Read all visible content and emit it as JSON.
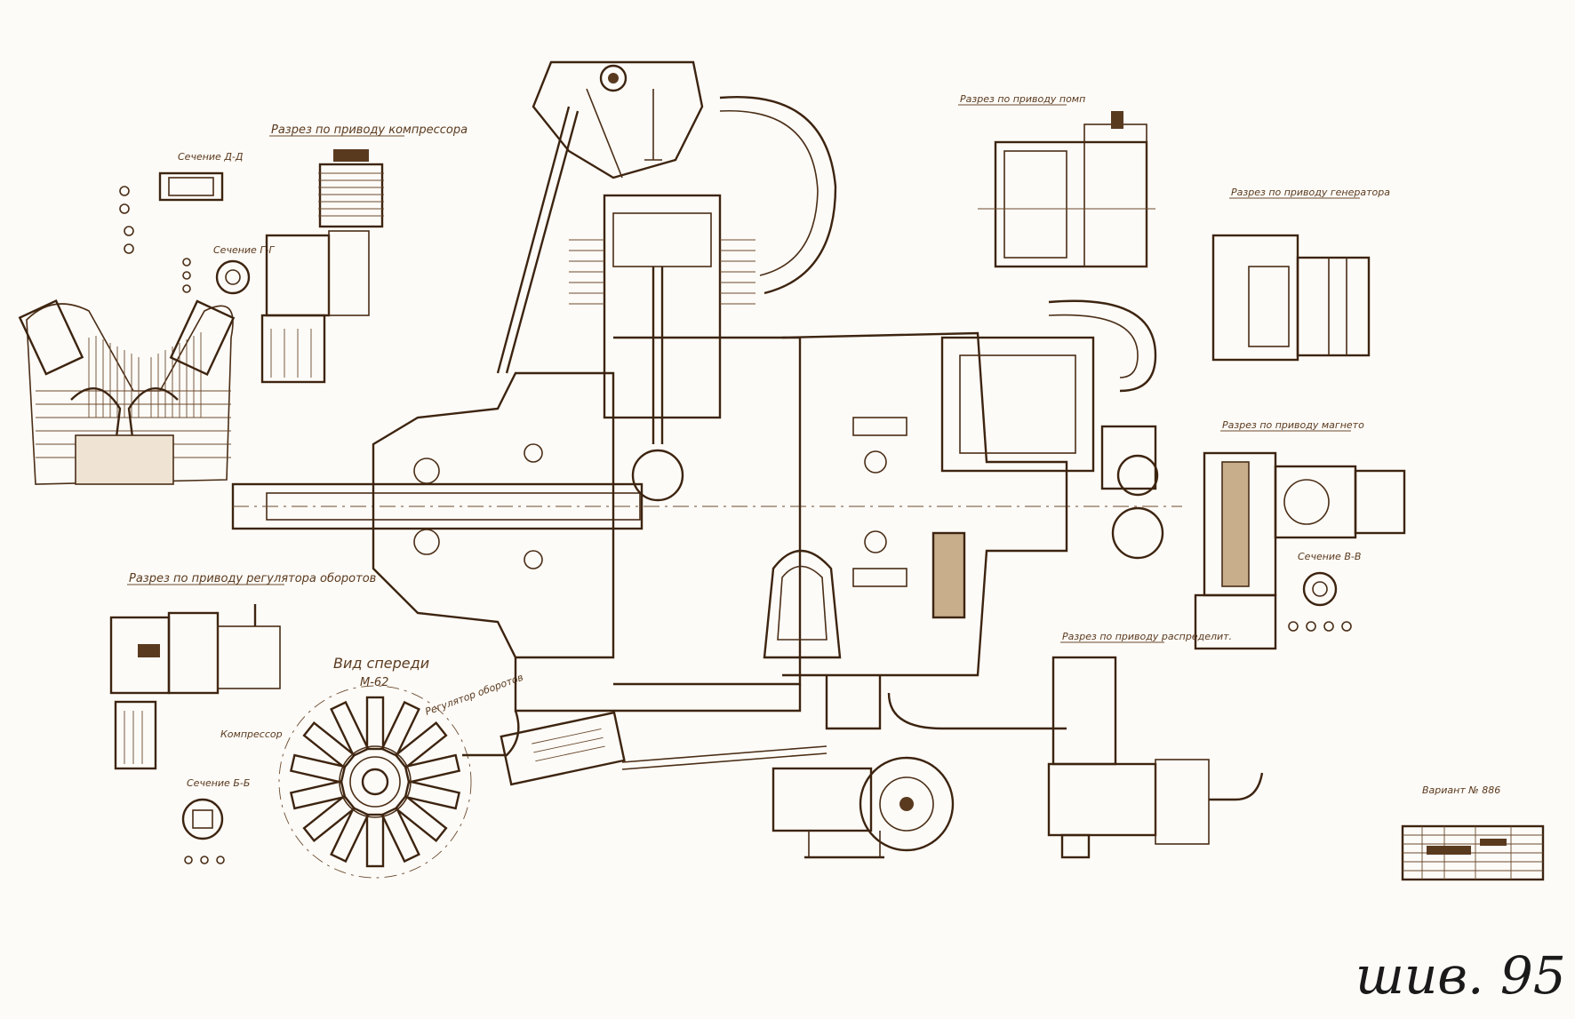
{
  "captions": {
    "compressor_drive": "Разрез по приводу компрессора",
    "section_d_d": "Сечение Д-Д",
    "section_g_g": "Сечение Г-Г",
    "pump_drive": "Разрез по приводу помп",
    "generator_drive": "Разрез по приводу генератора",
    "magneto_drive": "Разрез по приводу магнето",
    "section_v_v": "Сечение В-В",
    "governor_drive": "Разрез по приводу регулятора оборотов",
    "front_view": "Вид спереди",
    "front_view_sub": "М-62",
    "governor_label": "Регулятор оборотов",
    "compressor_label": "Компрессор",
    "section_b_b": "Сечение Б-Б",
    "distributor_drive": "Разрез по приводу распределит.",
    "sheet_note": "Вариант № 886"
  },
  "signature": "шив. 95",
  "colors": {
    "ink": "#4a2d16",
    "paper": "#fdfbf7",
    "sepia_fill": "#c9ae8c"
  }
}
